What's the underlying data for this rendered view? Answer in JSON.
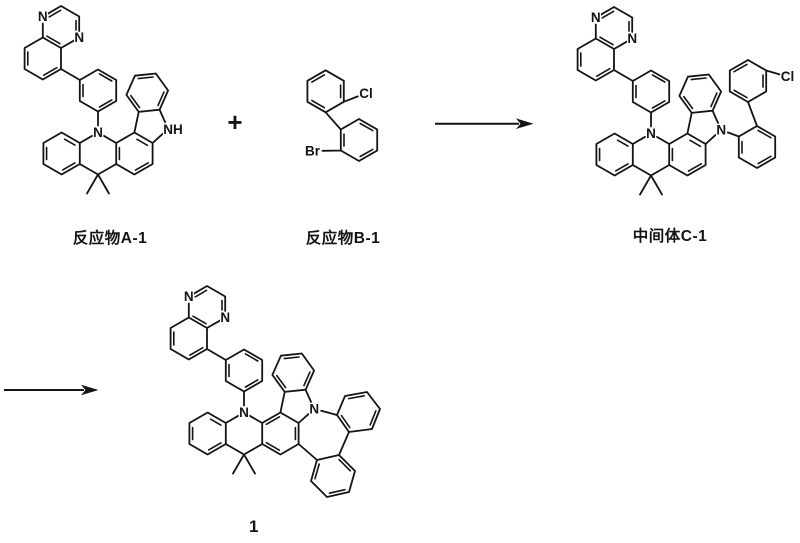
{
  "scheme": {
    "background": "#ffffff",
    "ink": "#141414"
  },
  "labels": {
    "reactant_a": "反应物A-1",
    "reactant_b": "反应物B-1",
    "intermediate_c": "中间体C-1",
    "product": "1",
    "plus": "+"
  },
  "atoms": {
    "nitrogen": "N",
    "nh": "NH",
    "bromine": "Br",
    "chlorine": "Cl"
  }
}
